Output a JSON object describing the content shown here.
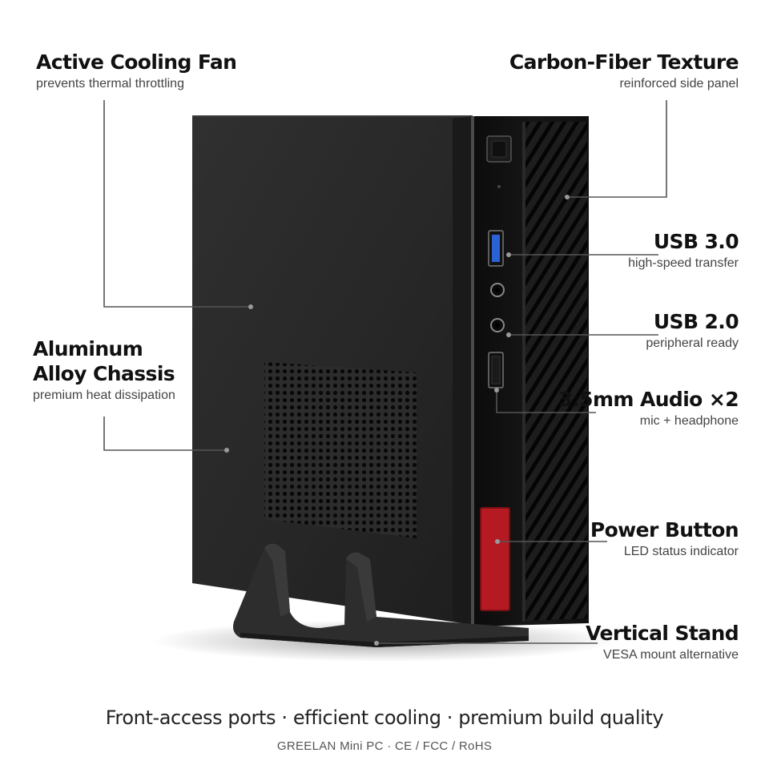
{
  "callouts": {
    "active_cooling_fan": {
      "title": "Active Cooling Fan",
      "subtitle": "prevents thermal throttling"
    },
    "aluminum_alloy_chassis": {
      "title_line1": "Aluminum",
      "title_line2": "Alloy Chassis",
      "subtitle": "premium heat dissipation"
    },
    "carbon_fiber_texture": {
      "title": "Carbon-Fiber Texture",
      "subtitle": "reinforced side panel"
    },
    "usb_3_0": {
      "title": "USB 3.0",
      "subtitle": "high-speed transfer"
    },
    "usb_2_0": {
      "title": "USB 2.0",
      "subtitle": "peripheral ready"
    },
    "audio": {
      "title": "3.5mm Audio ×2",
      "subtitle": "mic + headphone"
    },
    "power_button": {
      "title": "Power Button",
      "subtitle": "LED status indicator"
    },
    "vertical_stand": {
      "title": "Vertical Stand",
      "subtitle": "VESA mount alternative"
    }
  },
  "footer": {
    "tagline": "Front-access ports · efficient cooling · premium build quality",
    "fineprint": "GREELAN Mini PC · CE / FCC / RoHS"
  },
  "colors": {
    "chassis": "#262626",
    "front_panel": "#141414",
    "power_button": "#b51a22",
    "usb3_blue": "#2a62d6",
    "leader_line": "#555555"
  }
}
